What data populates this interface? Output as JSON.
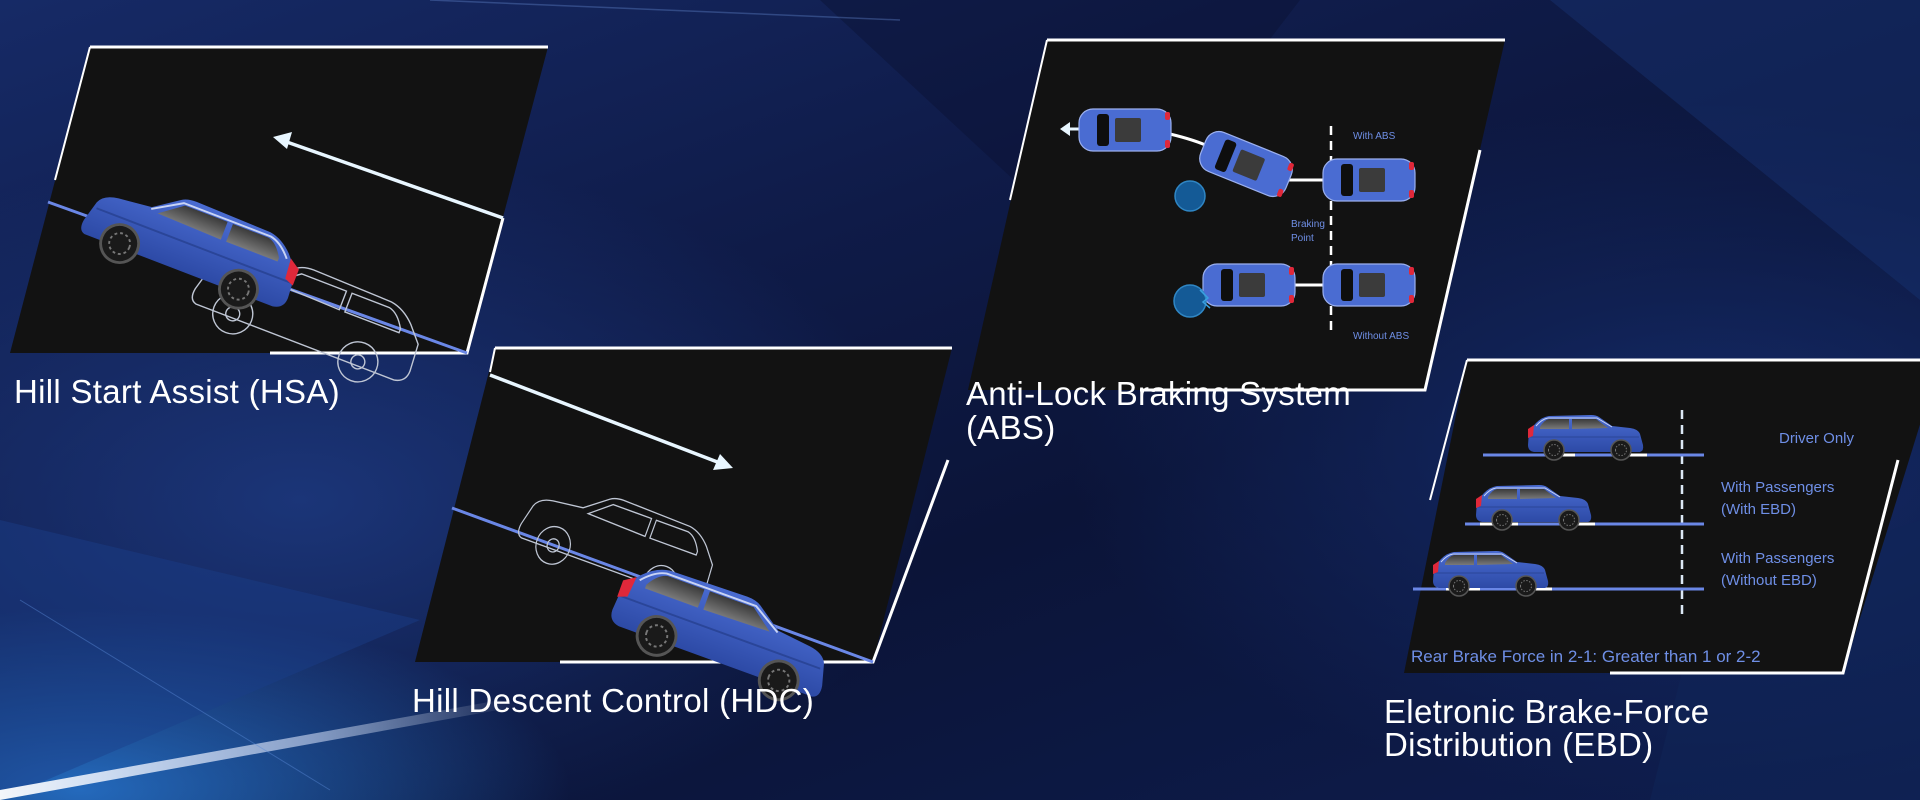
{
  "colors": {
    "background_dark": "#0b1438",
    "background_mid": "#162a66",
    "panel_fill": "#121212",
    "panel_border": "#ffffff",
    "ground_line": "#6a87e6",
    "car_body": "#3a5bc0",
    "label_blue": "#6f8fe6",
    "arrow": "#e8f6ff",
    "obstacle": "#1a6aa8",
    "taillight": "#e0283a"
  },
  "panels": {
    "hsa": {
      "title": "Hill Start Assist (HSA)",
      "arrow_direction": "up-left",
      "icons": [
        "car-side-icon",
        "car-outline-icon",
        "arrow-up-left-icon"
      ]
    },
    "hdc": {
      "title": "Hill Descent Control (HDC)",
      "arrow_direction": "down-right",
      "icons": [
        "car-side-icon",
        "car-outline-icon",
        "arrow-down-right-icon"
      ]
    },
    "abs": {
      "title_line1": "Anti-Lock Braking System",
      "title_line2": "(ABS)",
      "label_with": "With ABS",
      "label_braking_1": "Braking",
      "label_braking_2": "Point",
      "label_without": "Without ABS",
      "icons": [
        "car-top-icon",
        "obstacle-circle-icon",
        "arrow-left-icon"
      ]
    },
    "ebd": {
      "title_line1": "Eletronic Brake-Force",
      "title_line2": "Distribution (EBD)",
      "rows": [
        {
          "label_line1": "Driver Only",
          "label_line2": ""
        },
        {
          "label_line1": "With Passengers",
          "label_line2": "(With EBD)"
        },
        {
          "label_line1": "With Passengers",
          "label_line2": "(Without EBD)"
        }
      ],
      "footer": "Rear Brake Force in 2-1: Greater than 1 or 2-2"
    }
  }
}
